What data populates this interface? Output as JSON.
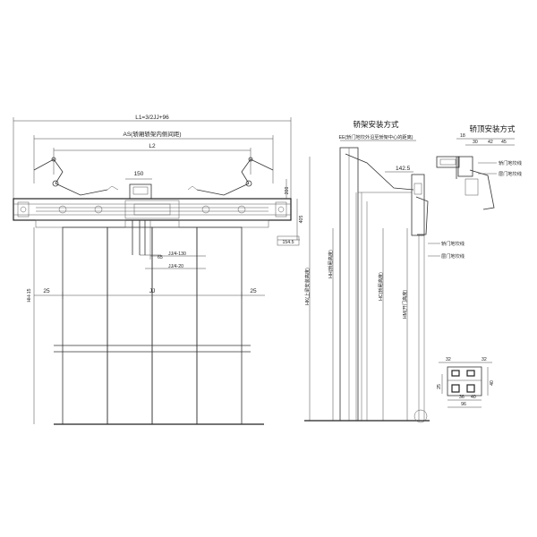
{
  "front_view": {
    "overall_width": "L1=3/2JJ+96",
    "as_label": "AS(轿厢轿架内侧间距)",
    "l2": "L2",
    "dim_150": "150",
    "dim_200": "200",
    "dim_405": "405",
    "dim_154_5": "154.5",
    "dim_65": "65",
    "jj_130": "JJ/4-130",
    "jj_20": "JJ/4-20",
    "hh_15": "HH-15",
    "left_25": "25",
    "right_25": "25",
    "jj": "JJ"
  },
  "side_view": {
    "title": "轿架安装方式",
    "ee_label": "EE(轿门地坎外沿至轿架中心的距离)",
    "dim_142_5": "142.5",
    "hk_label": "HK(上梁安装高度)",
    "hh_label": "HH(轿厢高度)",
    "hc_label": "HC(轿厢高度)",
    "hm_label": "HM(开门高度)",
    "sill_car": "轿门地坎线",
    "sill_hall": "层门地坎线"
  },
  "top_mount": {
    "title": "轿顶安装方式",
    "sill_car": "轿门地坎线",
    "sill_hall": "层门地坎线",
    "dims": [
      "18",
      "30",
      "42",
      "45"
    ]
  },
  "sill_detail": {
    "dim_32_left": "32",
    "dim_32_right": "32",
    "dim_25": "25",
    "dim_40": "40",
    "dim_36": "36",
    "dim_40b": "40",
    "dim_96": "96"
  }
}
